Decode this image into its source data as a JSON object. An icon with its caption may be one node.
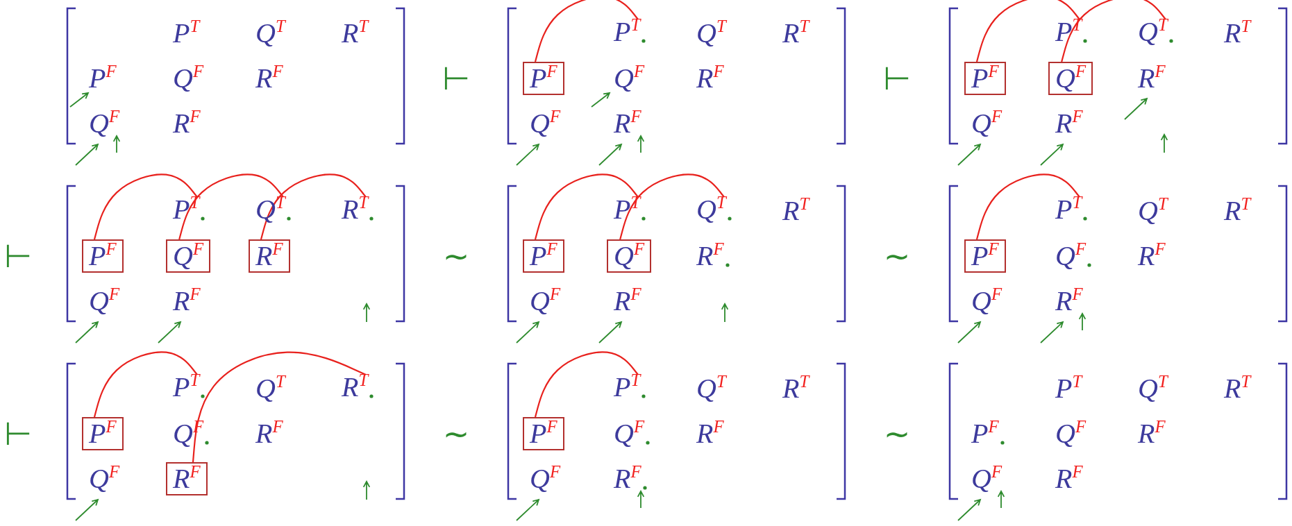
{
  "diagram": {
    "nodes": [
      {
        "text": [
          "P$^{T}$"
        ]
      },
      {
        "text": [
          "P$^{F}$"
        ]
      },
      {
        "text": [
          "P$^{T}$"
        ]
      },
      {
        "text": [
          "Q$^{T}$"
        ]
      },
      {
        "text": [
          "P$^{F}$"
        ]
      },
      {
        "text": [
          "Q$^{F}$"
        ]
      },
      {
        "text": [
          "P$^{T}$"
        ]
      },
      {
        "text": [
          "Q$^{T}$"
        ]
      },
      {
        "text": [
          "R$^{T}$"
        ]
      },
      {
        "text": [
          "P$^{F}$"
        ]
      },
      {
        "text": [
          "Q$^{F}$"
        ]
      },
      {
        "text": [
          "R$^{F}$"
        ]
      },
      {
        "text": [
          "P$^{T}$"
        ]
      },
      {
        "text": [
          "Q$^{T}$"
        ]
      },
      {
        "text": [
          "P$^{F}$"
        ]
      },
      {
        "text": [
          "Q$^{F}$"
        ]
      },
      {
        "text": [
          "P$^{T}$"
        ]
      },
      {
        "text": [
          "P$^{F}$"
        ]
      },
      {
        "text": [
          "P$^{T}$"
        ]
      },
      {
        "text": [
          "R$^{T}$"
        ]
      },
      {
        "text": [
          "P$^{F}$"
        ]
      },
      {
        "text": [
          "R$^{F}$"
        ]
      },
      {
        "text": [
          "P$^{T}$"
        ]
      },
      {
        "text": [
          "P$^{F}$"
        ]
      }
    ],
    "edges": [
      {
        "from": 1,
        "to": 0,
        "arrow": "none"
      },
      {
        "from": 4,
        "to": 2,
        "arrow": "none"
      },
      {
        "from": 5,
        "to": 3,
        "arrow": "none"
      },
      {
        "from": 9,
        "to": 6,
        "arrow": "none"
      },
      {
        "from": 10,
        "to": 7,
        "arrow": "none"
      },
      {
        "from": 11,
        "to": 8,
        "arrow": "none"
      },
      {
        "from": 14,
        "to": 12,
        "arrow": "none"
      },
      {
        "from": 15,
        "to": 13,
        "arrow": "none"
      },
      {
        "from": 17,
        "to": 16,
        "arrow": "none"
      },
      {
        "from": 20,
        "to": 18,
        "arrow": "none"
      },
      {
        "from": 21,
        "to": 19,
        "arrow": "none"
      },
      {
        "from": 23,
        "to": 22,
        "arrow": "none"
      }
    ],
    "labels": [
      "P$^{T}$",
      "Q$^{T}$",
      "R$^{T}$",
      "P$^{F}$",
      "Q$^{F}$",
      "R$^{F}$",
      "Q$^{F}$",
      "R$^{F}$",
      "⊢",
      "Q$^{T}$",
      "R$^{T}$",
      "Q$^{F}$",
      "R$^{F}$",
      "Q$^{F}$",
      "R$^{F}$",
      "⊢",
      "R$^{T}$",
      "R$^{F}$",
      "Q$^{F}$",
      "R$^{F}$",
      "⊢",
      "Q$^{F}$",
      "R$^{F}$",
      "∼",
      "R$^{T}$",
      "R$^{F}$",
      "Q$^{F}$",
      "R$^{F}$",
      "∼",
      "Q$^{T}$",
      "R$^{T}$",
      "Q$^{F}$",
      "R$^{F}$",
      "Q$^{F}$",
      "R$^{F}$",
      "⊢",
      "Q$^{T}$",
      "Q$^{F}$",
      "R$^{F}$",
      "Q$^{F}$",
      "∼",
      "Q$^{T}$",
      "R$^{T}$",
      "Q$^{F}$",
      "R$^{F}$",
      "Q$^{F}$",
      "R$^{F}$",
      "∼",
      "P$^{T}$",
      "Q$^{T}$",
      "R$^{T}$",
      "P$^{F}$",
      "Q$^{F}$",
      "R$^{F}$",
      "Q$^{F}$",
      "R$^{F}$"
    ]
  }
}
